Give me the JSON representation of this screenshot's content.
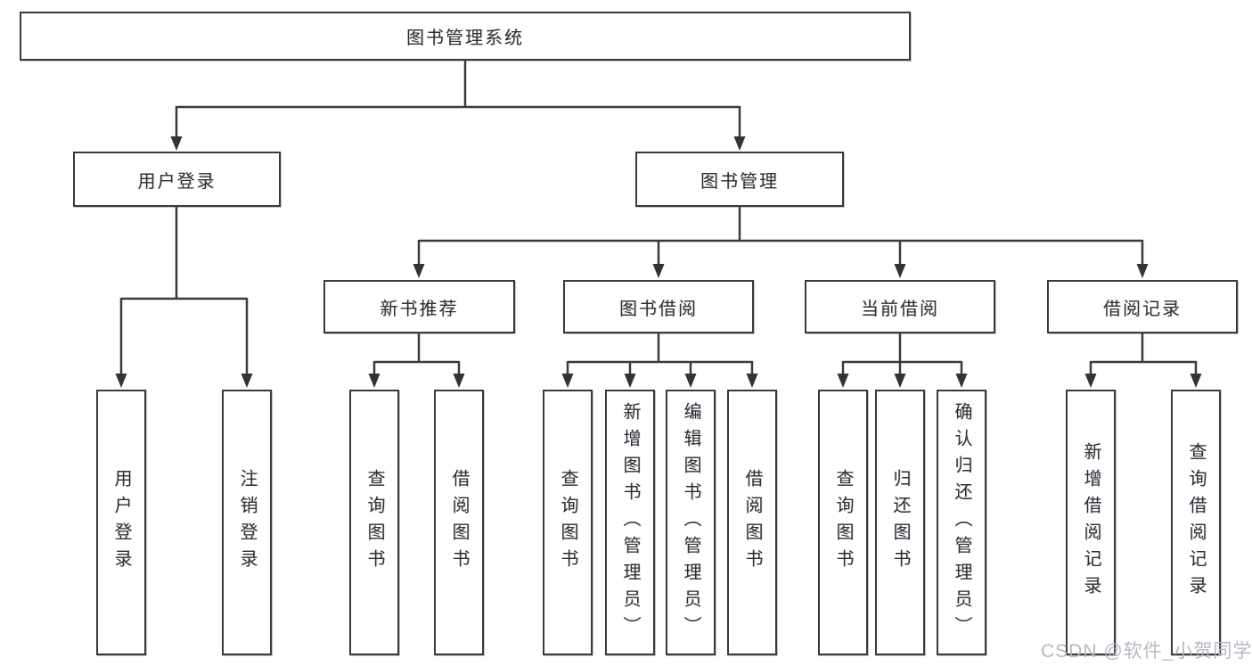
{
  "diagram_title": "图书管理系统",
  "tree": {
    "root": {
      "label": "图书管理系统"
    },
    "children": [
      {
        "label": "用户登录",
        "children": [
          {
            "label": "用户登录"
          },
          {
            "label": "注销登录"
          }
        ]
      },
      {
        "label": "图书管理",
        "children": [
          {
            "label": "新书推荐",
            "children": [
              {
                "label": "查询图书"
              },
              {
                "label": "借阅图书"
              }
            ]
          },
          {
            "label": "图书借阅",
            "children": [
              {
                "label": "查询图书"
              },
              {
                "label": "新增图书（管理员）"
              },
              {
                "label": "编辑图书（管理员）"
              },
              {
                "label": "借阅图书"
              }
            ]
          },
          {
            "label": "当前借阅",
            "children": [
              {
                "label": "查询图书"
              },
              {
                "label": "归还图书"
              },
              {
                "label": "确认归还（管理员）"
              }
            ]
          },
          {
            "label": "借阅记录",
            "children": [
              {
                "label": "新增借阅记录"
              },
              {
                "label": "查询借阅记录"
              }
            ]
          }
        ]
      }
    ]
  },
  "watermark": "CSDN @软件_小贺同学",
  "colors": {
    "line": "#3a3a3a",
    "text": "#2e2e2e",
    "background": "#ffffff",
    "watermark": "#b0b5be"
  }
}
